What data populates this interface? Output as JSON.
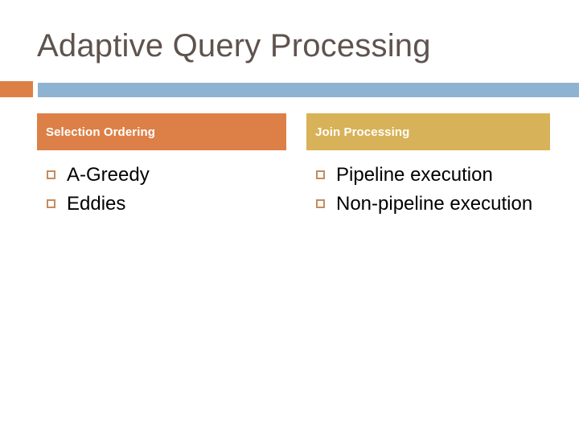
{
  "slide": {
    "title": "Adaptive Query Processing",
    "accents": {
      "title_color": "#5f534e",
      "orange": "#dd8047",
      "gold": "#d8b258",
      "blue": "#8eb2d2",
      "bullet_outline": "#c58b5c",
      "background": "#ffffff",
      "body_text": "#000000"
    },
    "columns": [
      {
        "header": "Selection Ordering",
        "header_color": "#dd8047",
        "bullets": [
          "A-Greedy",
          "Eddies"
        ]
      },
      {
        "header": "Join Processing",
        "header_color": "#d8b258",
        "bullets": [
          "Pipeline execution",
          "Non-pipeline execution"
        ]
      }
    ]
  }
}
